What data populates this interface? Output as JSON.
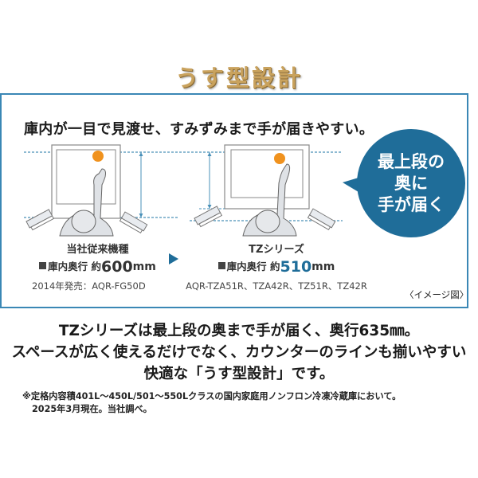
{
  "title": "うす型設計",
  "panel": {
    "headline": "庫内が一目で見渡せ、すみずみまで手が届きやすい。",
    "bubble": {
      "lines": [
        "最上段の",
        "奥に",
        "手が届く"
      ],
      "color": "#1f6d99"
    },
    "left": {
      "name": "当社従来機種",
      "depth_label": "庫内奥行 約",
      "depth_value": "600",
      "depth_unit": "mm",
      "model": "2014年発売：AQR-FG50D"
    },
    "right": {
      "name": "TZシリーズ",
      "depth_label": "庫内奥行 約",
      "depth_value": "510",
      "depth_unit": "mm",
      "model": "AQR-TZA51R、TZA42R、TZ51R、TZ42R"
    },
    "arrow_icon": "right-triangle-icon",
    "image_note": "〈イメージ図〉",
    "accent_color": "#3a87b5",
    "ball_color": "#f0921e"
  },
  "body": {
    "lines": [
      "TZシリーズは最上段の奥まで手が届く、奥行635㎜。",
      "スペースが広く使えるだけでなく、カウンターのラインも揃いやすい",
      "快適な「うす型設計」です。"
    ]
  },
  "footnote": {
    "line1": "※定格内容積401L～450L/501～550Lクラスの国内家庭用ノンフロン冷凍冷蔵庫において。",
    "line2": "2025年3月現在。当社調べ。"
  }
}
